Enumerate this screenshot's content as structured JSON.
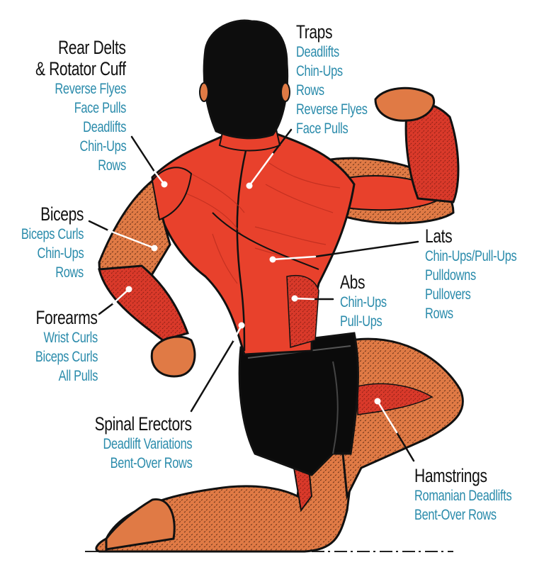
{
  "diagram": {
    "colors": {
      "heading": "#111111",
      "exercise": "#2a8bab",
      "muscle_highlight": "#e8412c",
      "skin": "#e07a45",
      "hair": "#111111",
      "shorts": "#0b0b0b",
      "leader_line_outside": "#111111",
      "leader_line_inside": "#ffffff"
    },
    "labels": {
      "rear_delts": {
        "title_lines": [
          "Rear Delts",
          "& Rotator Cuff"
        ],
        "exercises": [
          "Reverse Flyes",
          "Face Pulls",
          "Deadlifts",
          "Chin-Ups",
          "Rows"
        ]
      },
      "traps": {
        "title_lines": [
          "Traps"
        ],
        "exercises": [
          "Deadlifts",
          "Chin-Ups",
          "Rows",
          "Reverse Flyes",
          "Face Pulls"
        ]
      },
      "biceps": {
        "title_lines": [
          "Biceps"
        ],
        "exercises": [
          "Biceps Curls",
          "Chin-Ups",
          "Rows"
        ]
      },
      "lats": {
        "title_lines": [
          "Lats"
        ],
        "exercises": [
          "Chin-Ups/Pull-Ups",
          "Pulldowns",
          "Pullovers",
          "Rows"
        ]
      },
      "abs": {
        "title_lines": [
          "Abs"
        ],
        "exercises": [
          "Chin-Ups",
          "Pull-Ups"
        ]
      },
      "forearms": {
        "title_lines": [
          "Forearms"
        ],
        "exercises": [
          "Wrist Curls",
          "Biceps Curls",
          "All Pulls"
        ]
      },
      "spinal_erectors": {
        "title_lines": [
          "Spinal Erectors"
        ],
        "exercises": [
          "Deadlift Variations",
          "Bent-Over Rows"
        ]
      },
      "hamstrings": {
        "title_lines": [
          "Hamstrings"
        ],
        "exercises": [
          "Romanian Deadlifts",
          "Bent-Over Rows"
        ]
      }
    }
  }
}
